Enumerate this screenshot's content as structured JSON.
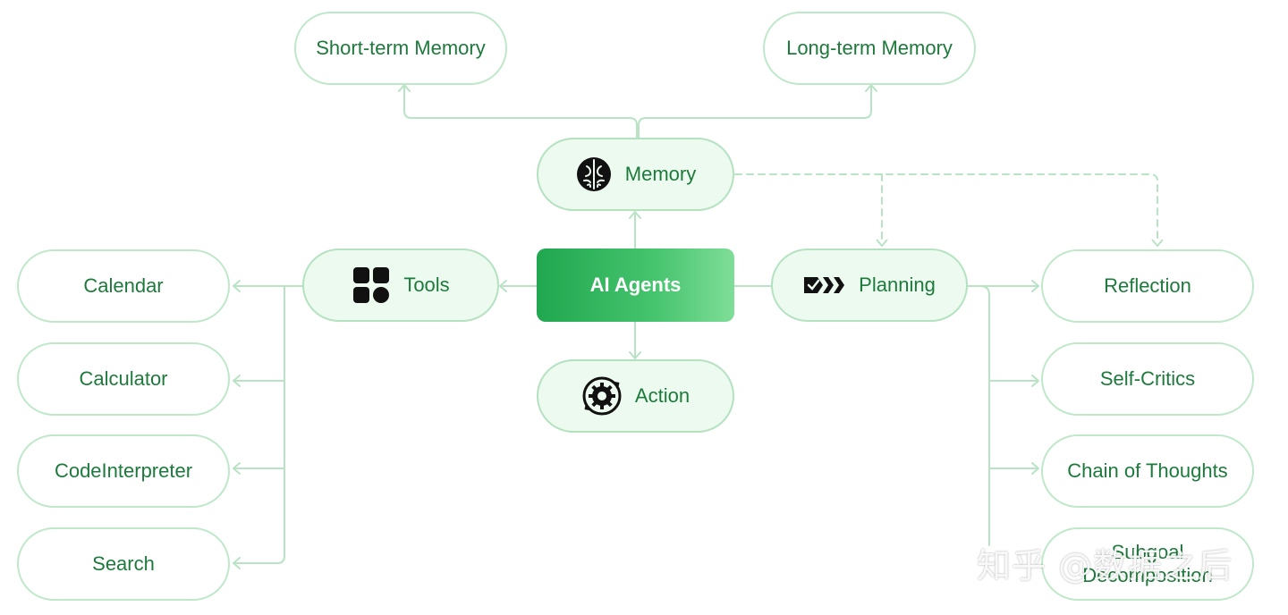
{
  "core": {
    "label": "AI Agents"
  },
  "memory": {
    "label": "Memory",
    "icon": "brain-icon",
    "children": [
      "Short-term Memory",
      "Long-term Memory"
    ]
  },
  "tools": {
    "label": "Tools",
    "icon": "apps-grid-icon",
    "children": [
      "Calendar",
      "Calculator",
      "CodeInterpreter",
      "Search"
    ]
  },
  "planning": {
    "label": "Planning",
    "icon": "chevrons-check-icon",
    "children": [
      "Reflection",
      "Self-Critics",
      "Chain of Thoughts",
      "Subgoal",
      "Decomposition"
    ]
  },
  "action": {
    "label": "Action",
    "icon": "gear-cycle-icon"
  },
  "colors": {
    "accent": "#20a74f",
    "node_border": "#bfe8ca",
    "node_fill": "#ecfaef",
    "text": "#1e7a3c",
    "connector": "#b8e3c4"
  },
  "watermark": "知乎 @数据之后"
}
